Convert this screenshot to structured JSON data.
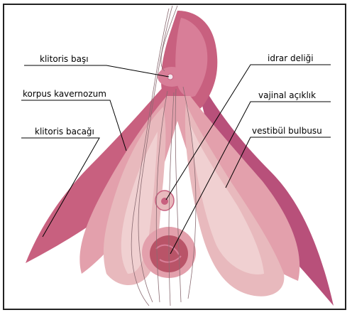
{
  "labels": {
    "klitoris_basi": "klitoris başı",
    "korpus_kavernozum": "korpus kavernozum",
    "klitoris_bacagi": "klitoris bacağı",
    "idrar_deligi": "idrar deliği",
    "vajinal_aciklik": "vajinal açıklık",
    "vestibul_bulbusu": "vestibül bulbusu"
  },
  "colors": {
    "frame": "#222222",
    "outer_tissue": "#c8607f",
    "inner_tissue": "#e3a0ac",
    "bulb": "#e8b9bd",
    "bulb_light": "#f0d0d1",
    "opening": "#b95468"
  }
}
